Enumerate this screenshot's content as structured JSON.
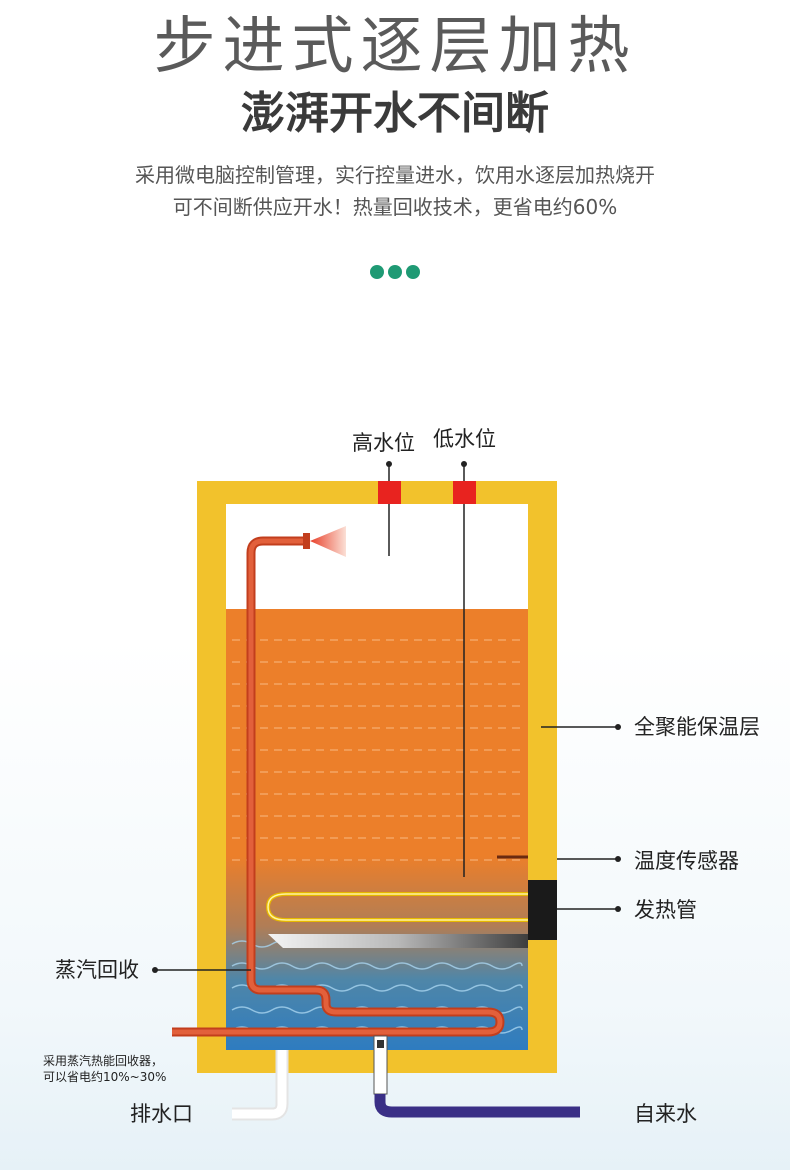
{
  "header": {
    "headline": "步进式逐层加热",
    "subheadline": "澎湃开水不间断",
    "description_line1": "采用微电脑控制管理，实行控量进水，饮用水逐层加热烧开",
    "description_line2": "可不间断供应开水！热量回收技术，更省电约60%"
  },
  "diagram": {
    "labels": {
      "high_water_level": "高水位",
      "low_water_level": "低水位",
      "insulation_layer": "全聚能保温层",
      "temperature_sensor": "温度传感器",
      "heating_tube": "发热管",
      "steam_recovery": "蒸汽回收",
      "steam_note_line1": "采用蒸汽热能回收器，",
      "steam_note_line2": "可以省电约10%~30%",
      "drain_outlet": "排水口",
      "tap_water": "自来水"
    },
    "colors": {
      "insulation": "#f2c22c",
      "hot_water": "#ec7f2a",
      "cold_water": "#2e7fc0",
      "level_sensor": "#e8231f",
      "steam_pipe": "#d64a2c",
      "inlet_pipe": "#3a2f86",
      "accent_dots": "#1f9a74"
    }
  }
}
